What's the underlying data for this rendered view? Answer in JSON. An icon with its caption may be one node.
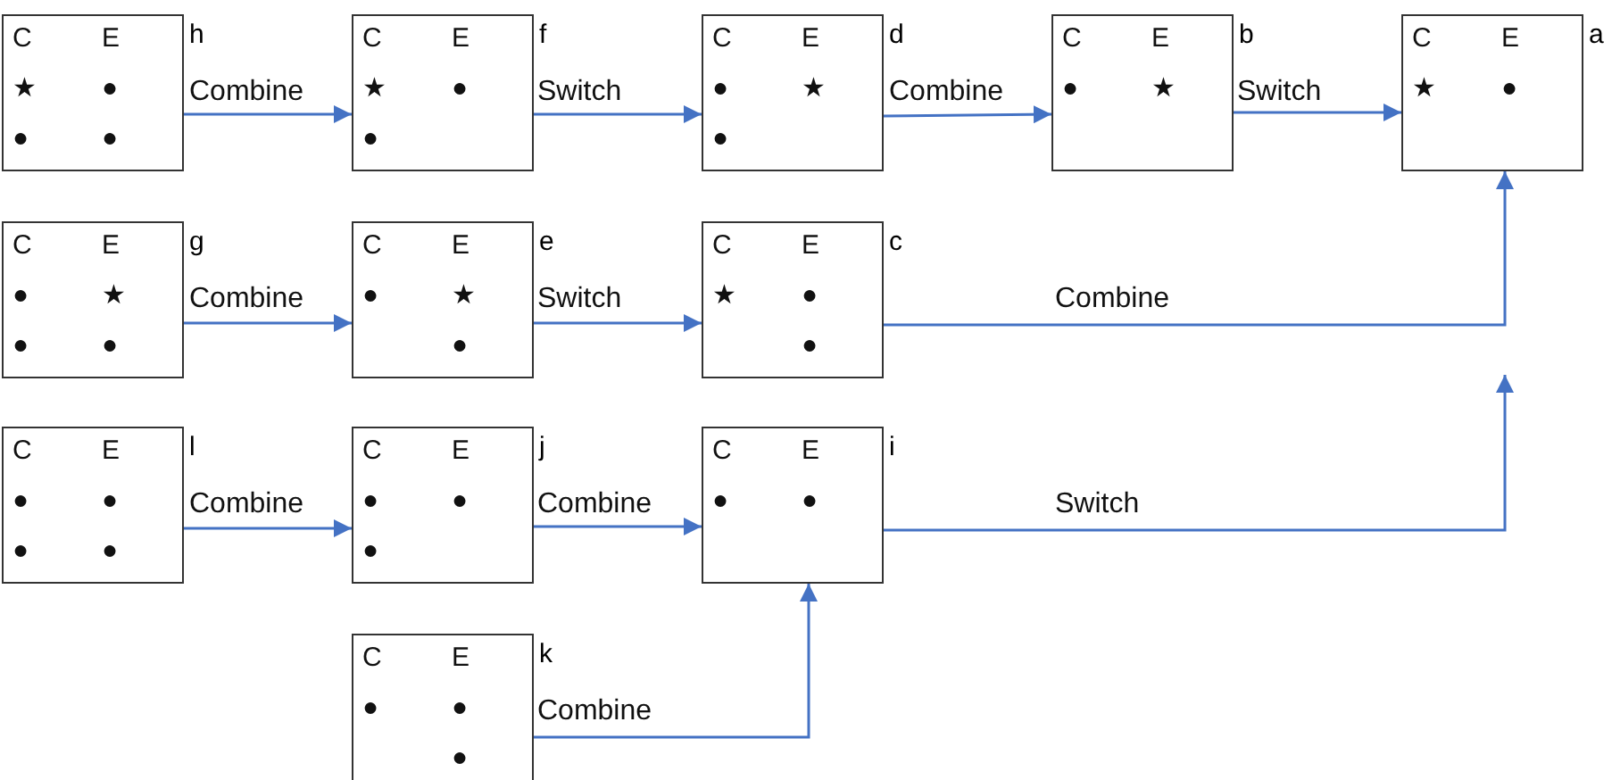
{
  "diagram": {
    "nodes": [
      {
        "text": [
          "C",
          "E",
          "★",
          "●",
          "●",
          "●"
        ],
        "beside": [
          "h"
        ]
      },
      {
        "text": [
          "C",
          "E",
          "★",
          "●",
          "●"
        ],
        "beside": [
          "f"
        ]
      },
      {
        "text": [
          "C",
          "E",
          "●",
          "★",
          "●"
        ],
        "beside": [
          "d"
        ]
      },
      {
        "text": [
          "C",
          "E",
          "●",
          "★"
        ],
        "beside": [
          "b"
        ]
      },
      {
        "text": [
          "C",
          "E",
          "★",
          "●"
        ],
        "beside": [
          "a"
        ]
      },
      {
        "text": [
          "C",
          "E",
          "●",
          "★",
          "●",
          "●"
        ],
        "beside": [
          "g"
        ]
      },
      {
        "text": [
          "C",
          "E",
          "●",
          "★",
          "●"
        ],
        "beside": [
          "e"
        ]
      },
      {
        "text": [
          "C",
          "E",
          "★",
          "●",
          "●"
        ],
        "beside": [
          "c"
        ]
      },
      {
        "text": [
          "C",
          "E",
          "●",
          "●",
          "●",
          "●"
        ],
        "beside": [
          "l"
        ]
      },
      {
        "text": [
          "C",
          "E",
          "●",
          "●",
          "●"
        ],
        "beside": [
          "j"
        ]
      },
      {
        "text": [
          "C",
          "E",
          "●",
          "●"
        ],
        "beside": [
          "i"
        ]
      },
      {
        "text": [
          "C",
          "E",
          "●",
          "●",
          "●"
        ],
        "beside": [
          "k"
        ]
      }
    ],
    "edges": [
      {
        "from": 0,
        "to": 1,
        "arrow": "to",
        "label": "Combine"
      },
      {
        "from": 1,
        "to": 2,
        "arrow": "to",
        "label": "Switch"
      },
      {
        "from": 2,
        "to": 3,
        "arrow": "to",
        "label": "Combine"
      },
      {
        "from": 3,
        "to": 4,
        "arrow": "to",
        "label": "Switch"
      },
      {
        "from": 5,
        "to": 6,
        "arrow": "to",
        "label": "Combine"
      },
      {
        "from": 6,
        "to": 7,
        "arrow": "to",
        "label": "Switch"
      },
      {
        "from": 7,
        "to": 4,
        "arrow": "to",
        "label": "Combine"
      },
      {
        "from": 8,
        "to": 9,
        "arrow": "to",
        "label": "Combine"
      },
      {
        "from": 9,
        "to": 10,
        "arrow": "to",
        "label": "Combine"
      },
      {
        "from": 10,
        "to": null,
        "arrow": "to",
        "label": "Switch"
      },
      {
        "from": 11,
        "to": 10,
        "arrow": "to",
        "label": "Combine"
      }
    ]
  }
}
